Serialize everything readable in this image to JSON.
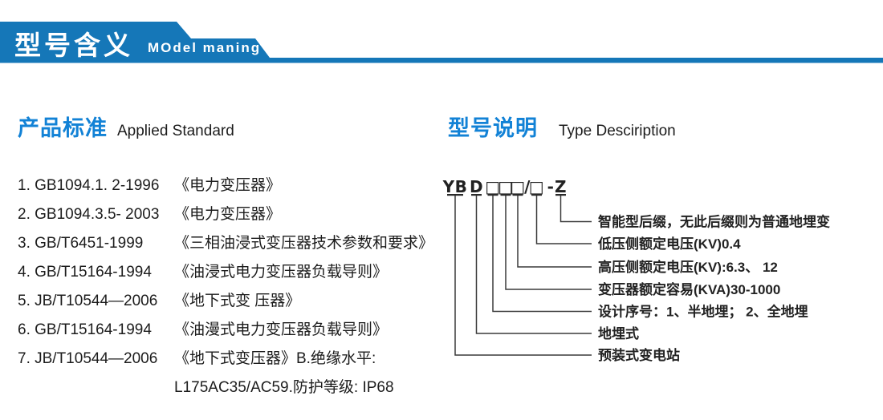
{
  "banner": {
    "title_cn": "型号含义",
    "title_en": "MOdel maning",
    "banner_color": "#1577b8",
    "text_color": "#ffffff"
  },
  "sections": {
    "left": {
      "heading_cn": "产品标准",
      "heading_en": "Applied Standard"
    },
    "right": {
      "heading_cn": "型号说明",
      "heading_en": "Type Desciription"
    }
  },
  "accent_blue": "#1282d6",
  "standards": [
    {
      "code": "1. GB1094.1. 2-1996",
      "title": "《电力变压器》"
    },
    {
      "code": "2. GB1094.3.5- 2003",
      "title": "《电力变压器》"
    },
    {
      "code": "3. GB/T6451-1999",
      "title": "《三相油浸式变压器技术参数和要求》"
    },
    {
      "code": "4. GB/T15164-1994",
      "title": "《油浸式电力变压器负载导则》"
    },
    {
      "code": "5. JB/T10544—2006",
      "title": "《地下式变 压器》"
    },
    {
      "code": "6. GB/T15164-1994",
      "title": "《油漫式电力变压器负载导则》"
    },
    {
      "code": "7. JB/T10544—2006",
      "title": "《地下式变压器》B.绝缘水平:"
    },
    {
      "code": "",
      "title": "L175AC35/AC59.防护等级: IP68"
    }
  ],
  "model_diagram": {
    "code_groups": [
      "YB",
      "D",
      "□",
      "□",
      "□",
      "/",
      "□",
      "-",
      "Z"
    ],
    "labels": [
      "智能型后缀，无此后缀则为普通地埋变",
      "低压侧额定电压(KV)0.4",
      "高压侧额定电压(KV):6.3、 12",
      "变压器额定容易(KVA)30-1000",
      "设计序号：1、半地埋； 2、全地埋",
      "地埋式",
      "预装式变电站"
    ]
  }
}
